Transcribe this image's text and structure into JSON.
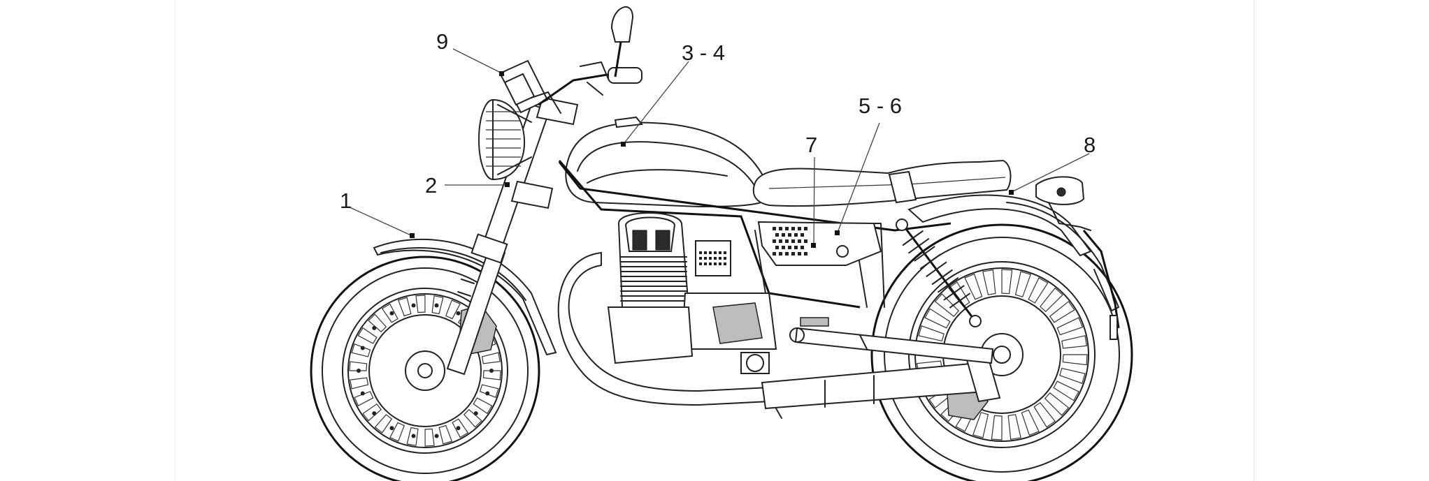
{
  "diagram": {
    "callouts": [
      {
        "id": "c1",
        "label": "1"
      },
      {
        "id": "c2",
        "label": "2"
      },
      {
        "id": "c3",
        "label": "3 - 4"
      },
      {
        "id": "c5",
        "label": "5 - 6"
      },
      {
        "id": "c7",
        "label": "7"
      },
      {
        "id": "c8",
        "label": "8"
      },
      {
        "id": "c9",
        "label": "9"
      }
    ]
  }
}
